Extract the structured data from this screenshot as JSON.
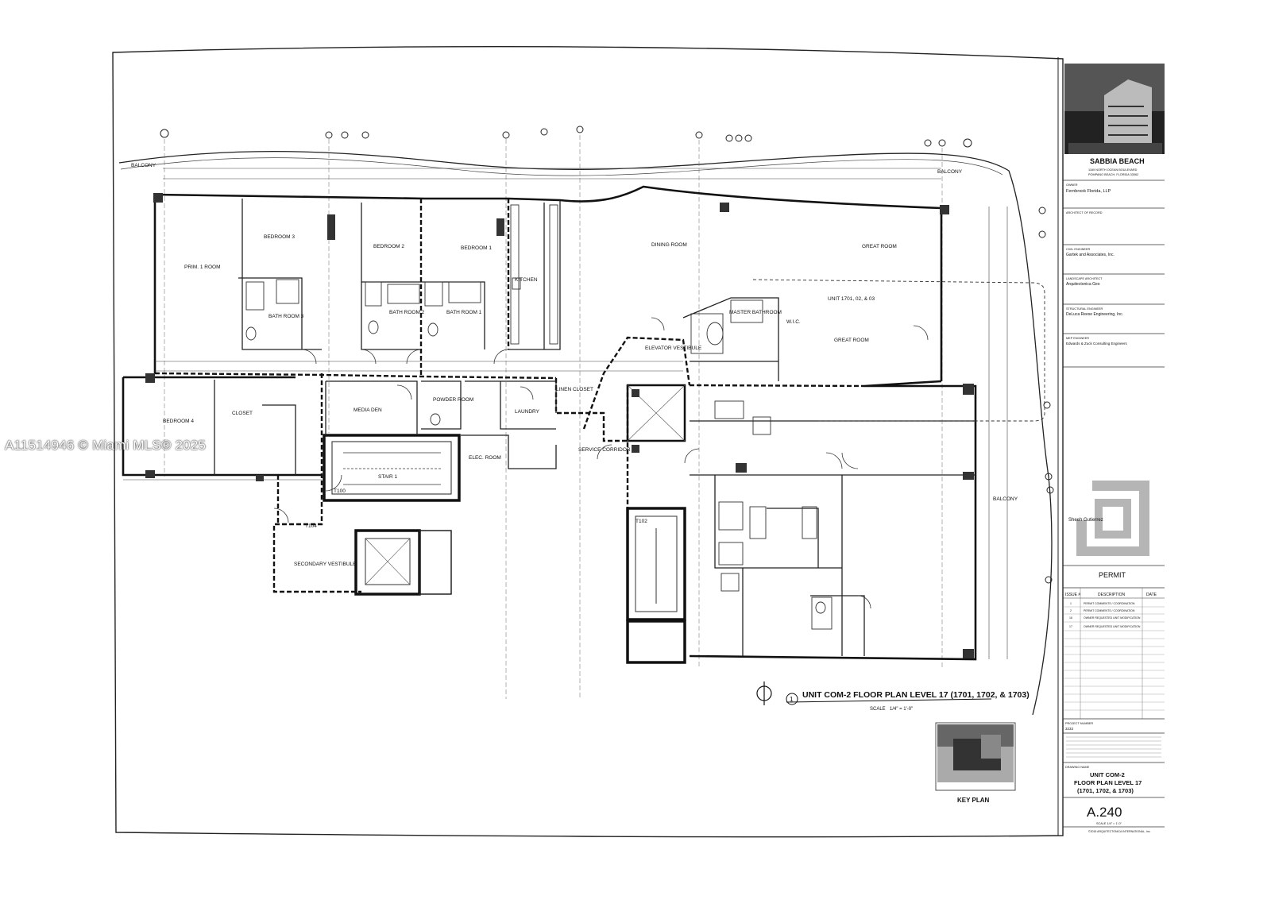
{
  "watermark": "A11514946 © Miami MLS® 2025",
  "drawing": {
    "plan_title": "UNIT COM-2 FLOOR PLAN LEVEL 17 (1701, 1702, & 1703)",
    "plan_number": "1",
    "scale_label": "SCALE",
    "scale_value": "1/4\" = 1'-0\"",
    "key_plan_label": "KEY PLAN",
    "balcony_left": "BALCONY",
    "balcony_right": "BALCONY",
    "balcony_far_right": "BALCONY",
    "unit_label": "UNIT 1701, 02, & 03",
    "rooms": [
      {
        "id": "primary-room",
        "label": "PRIM. 1 ROOM"
      },
      {
        "id": "bedroom-3",
        "label": "BEDROOM 3"
      },
      {
        "id": "bedroom-2",
        "label": "BEDROOM 2"
      },
      {
        "id": "bedroom-1",
        "label": "BEDROOM 1"
      },
      {
        "id": "kitchen",
        "label": "KITCHEN"
      },
      {
        "id": "dining-room",
        "label": "DINING ROOM"
      },
      {
        "id": "great-room-top",
        "label": "GREAT ROOM"
      },
      {
        "id": "great-room",
        "label": "GREAT ROOM"
      },
      {
        "id": "master-bathroom",
        "label": "MASTER BATHROOM"
      },
      {
        "id": "elevator-vestibule",
        "label": "ELEVATOR VESTIBULE"
      },
      {
        "id": "bedroom-4",
        "label": "BEDROOM 4"
      },
      {
        "id": "media-den",
        "label": "MEDIA DEN"
      },
      {
        "id": "powder-room",
        "label": "POWDER ROOM"
      },
      {
        "id": "laundry",
        "label": "LAUNDRY"
      },
      {
        "id": "linen-closet",
        "label": "LINEN CLOSET"
      },
      {
        "id": "stair-1",
        "label": "STAIR 1"
      },
      {
        "id": "elec-room",
        "label": "ELEC. ROOM"
      },
      {
        "id": "service-corridor",
        "label": "SERVICE CORRIDOR"
      },
      {
        "id": "secondary-vestibule",
        "label": "SECONDARY VESTIBULE"
      },
      {
        "id": "bath-room-3",
        "label": "BATH ROOM 3"
      },
      {
        "id": "bath-room-2",
        "label": "BATH ROOM 2"
      },
      {
        "id": "bath-room-1",
        "label": "BATH ROOM 1"
      },
      {
        "id": "closet",
        "label": "CLOSET"
      },
      {
        "id": "wic",
        "label": "W.I.C."
      }
    ],
    "door_tags": [
      "T100",
      "T104",
      "T102"
    ]
  },
  "title_block": {
    "project_name": "SABBIA BEACH",
    "project_address": "1160 NORTH OCEAN BOULEVARD",
    "project_city": "POMPANO BEACH, FLORIDA 33062",
    "owner_label": "OWNER",
    "owner_name": "Fernbrook Florida, LLP",
    "architect_label": "ARCHITECT OF RECORD",
    "civil_label": "CIVIL ENGINEER",
    "civil_name": "Gartek and Associates, Inc.",
    "landscape_label": "LANDSCAPE ARCHITECT",
    "landscape_name": "Arquitectonica Geo",
    "structural_label": "STRUCTURAL ENGINEER",
    "structural_name": "DeLuca Reese Engineering, Inc.",
    "mep_label": "MEP ENGINEER",
    "mep_name": "Edwards & Zuck Consulting Engineers",
    "logo_text": "Sheeh Gutierrez",
    "status": "PERMIT",
    "table_headers": [
      "ISSUE #",
      "DESCRIPTION",
      "DATE"
    ],
    "issues": [
      {
        "num": "1",
        "desc": "PERMIT COMMENTS / COORDINATION"
      },
      {
        "num": "2",
        "desc": "PERMIT COMMENTS / COORDINATION"
      },
      {
        "num": "16",
        "desc": "OWNER REQUESTED UNIT MODIFICATION"
      },
      {
        "num": "17",
        "desc": "OWNER REQUESTED UNIT MODIFICATION"
      }
    ],
    "project_number_label": "PROJECT NUMBER",
    "project_number": "3233",
    "drawing_name_label": "DRAWING NAME",
    "drawing_name_lines": [
      "UNIT COM-2",
      "FLOOR PLAN LEVEL 17",
      "(1701, 1702, & 1703)"
    ],
    "sheet_number": "A.240",
    "sheet_scale": "SCALE 1/4\" = 1'-0\"",
    "copyright": "©2015 ARQUITECTONICA INTERNATIONAL, Inc."
  }
}
